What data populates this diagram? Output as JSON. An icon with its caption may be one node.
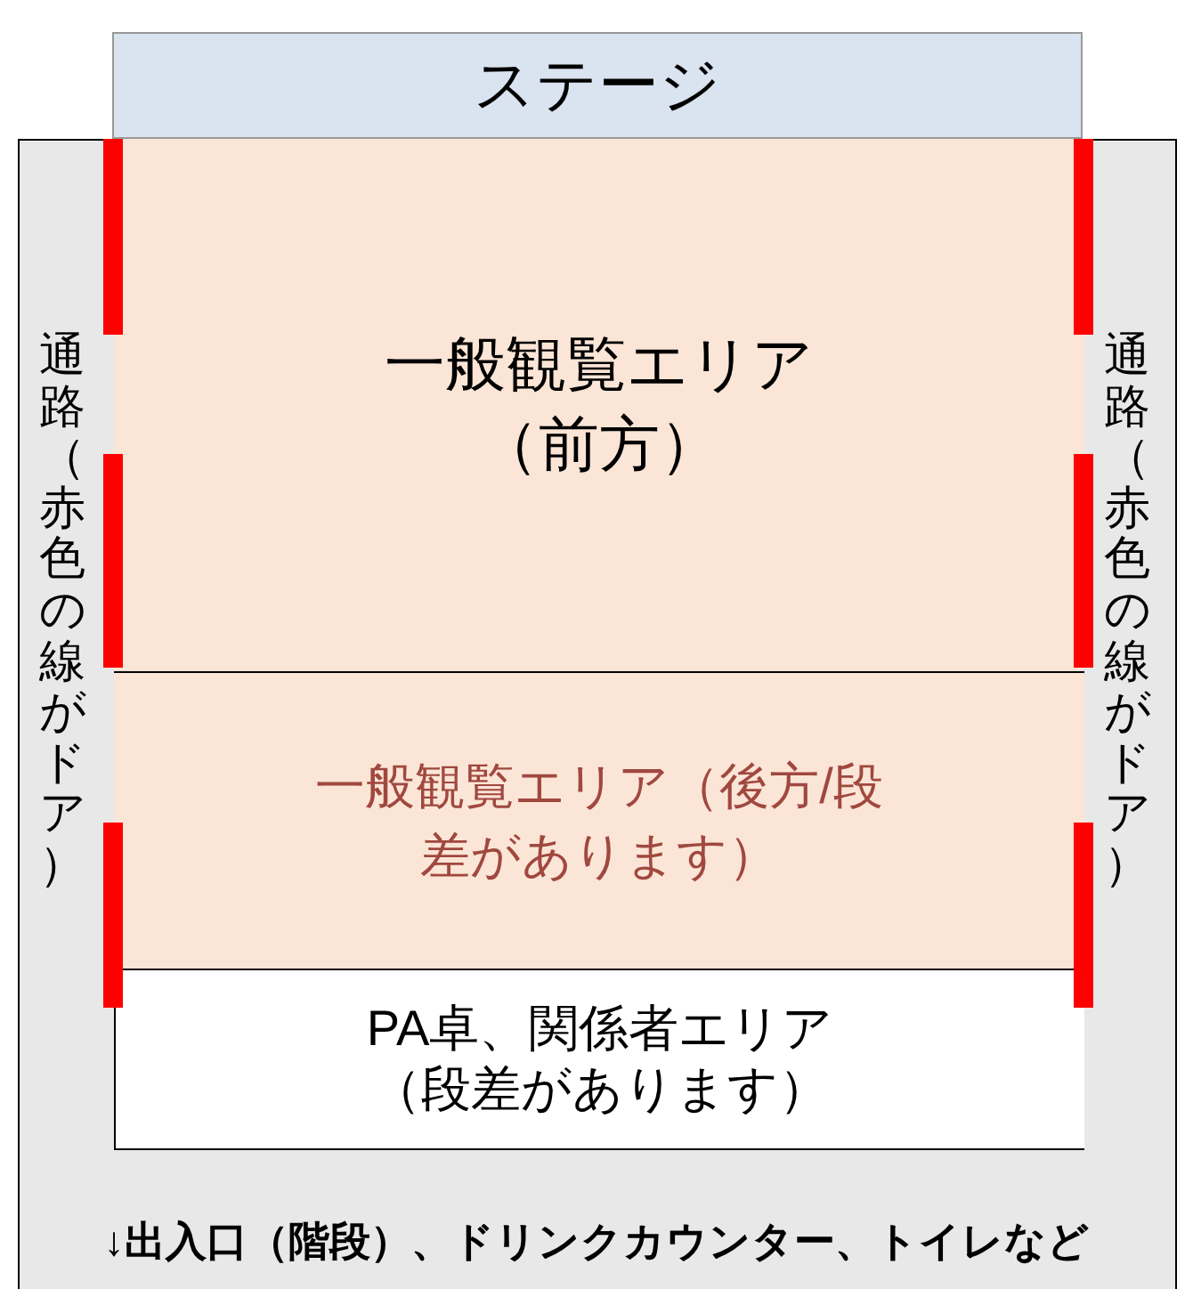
{
  "diagram": {
    "nodes": [
      {
        "text": [],
        "shape": "box"
      },
      {
        "text": [
          "ステージ"
        ]
      },
      {
        "text": [
          "一般観覧エリア（前方）"
        ],
        "in": 0
      },
      {
        "text": [
          "一般観覧エリア（後方/段差があります）"
        ],
        "in": 0
      },
      {
        "text": [
          "PA卓、関係者エリア（段差があります）"
        ],
        "in": 0
      }
    ],
    "labels": [
      "通路（赤色の線がドア）",
      "通路（赤色の線がドア）",
      "↓出入口（階段）、ドリンクカウンター、トイレなど"
    ]
  }
}
